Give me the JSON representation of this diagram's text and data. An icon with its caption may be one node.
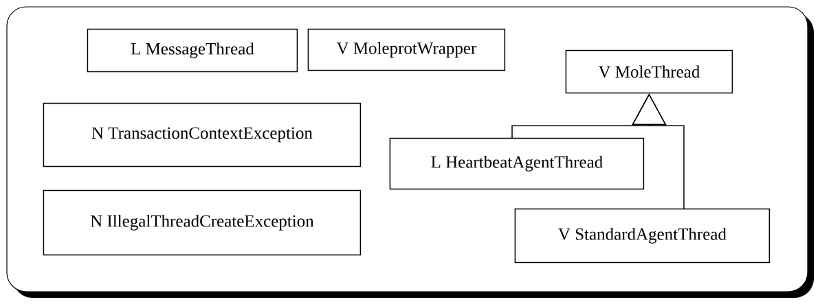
{
  "diagram": {
    "nodes": [
      {
        "text": [],
        "shape": "box"
      },
      {
        "text": [
          "L MessageThread"
        ],
        "in": 0
      },
      {
        "text": [
          "V MoleprotWrapper"
        ],
        "in": 0
      },
      {
        "text": [
          "V MoleThread"
        ],
        "in": 0
      },
      {
        "text": [
          "N TransactionContextException"
        ],
        "in": 0
      },
      {
        "text": [
          "N IllegalThreadCreateException"
        ],
        "in": 0
      },
      {
        "text": [
          "L HeartbeatAgentThread"
        ],
        "in": 0
      },
      {
        "text": [
          "V StandardAgentThread"
        ],
        "in": 0
      }
    ],
    "edges": [
      {
        "from": 6,
        "to": 3,
        "arrow": "to"
      },
      {
        "from": 7,
        "to": 3,
        "arrow": "to"
      }
    ]
  }
}
